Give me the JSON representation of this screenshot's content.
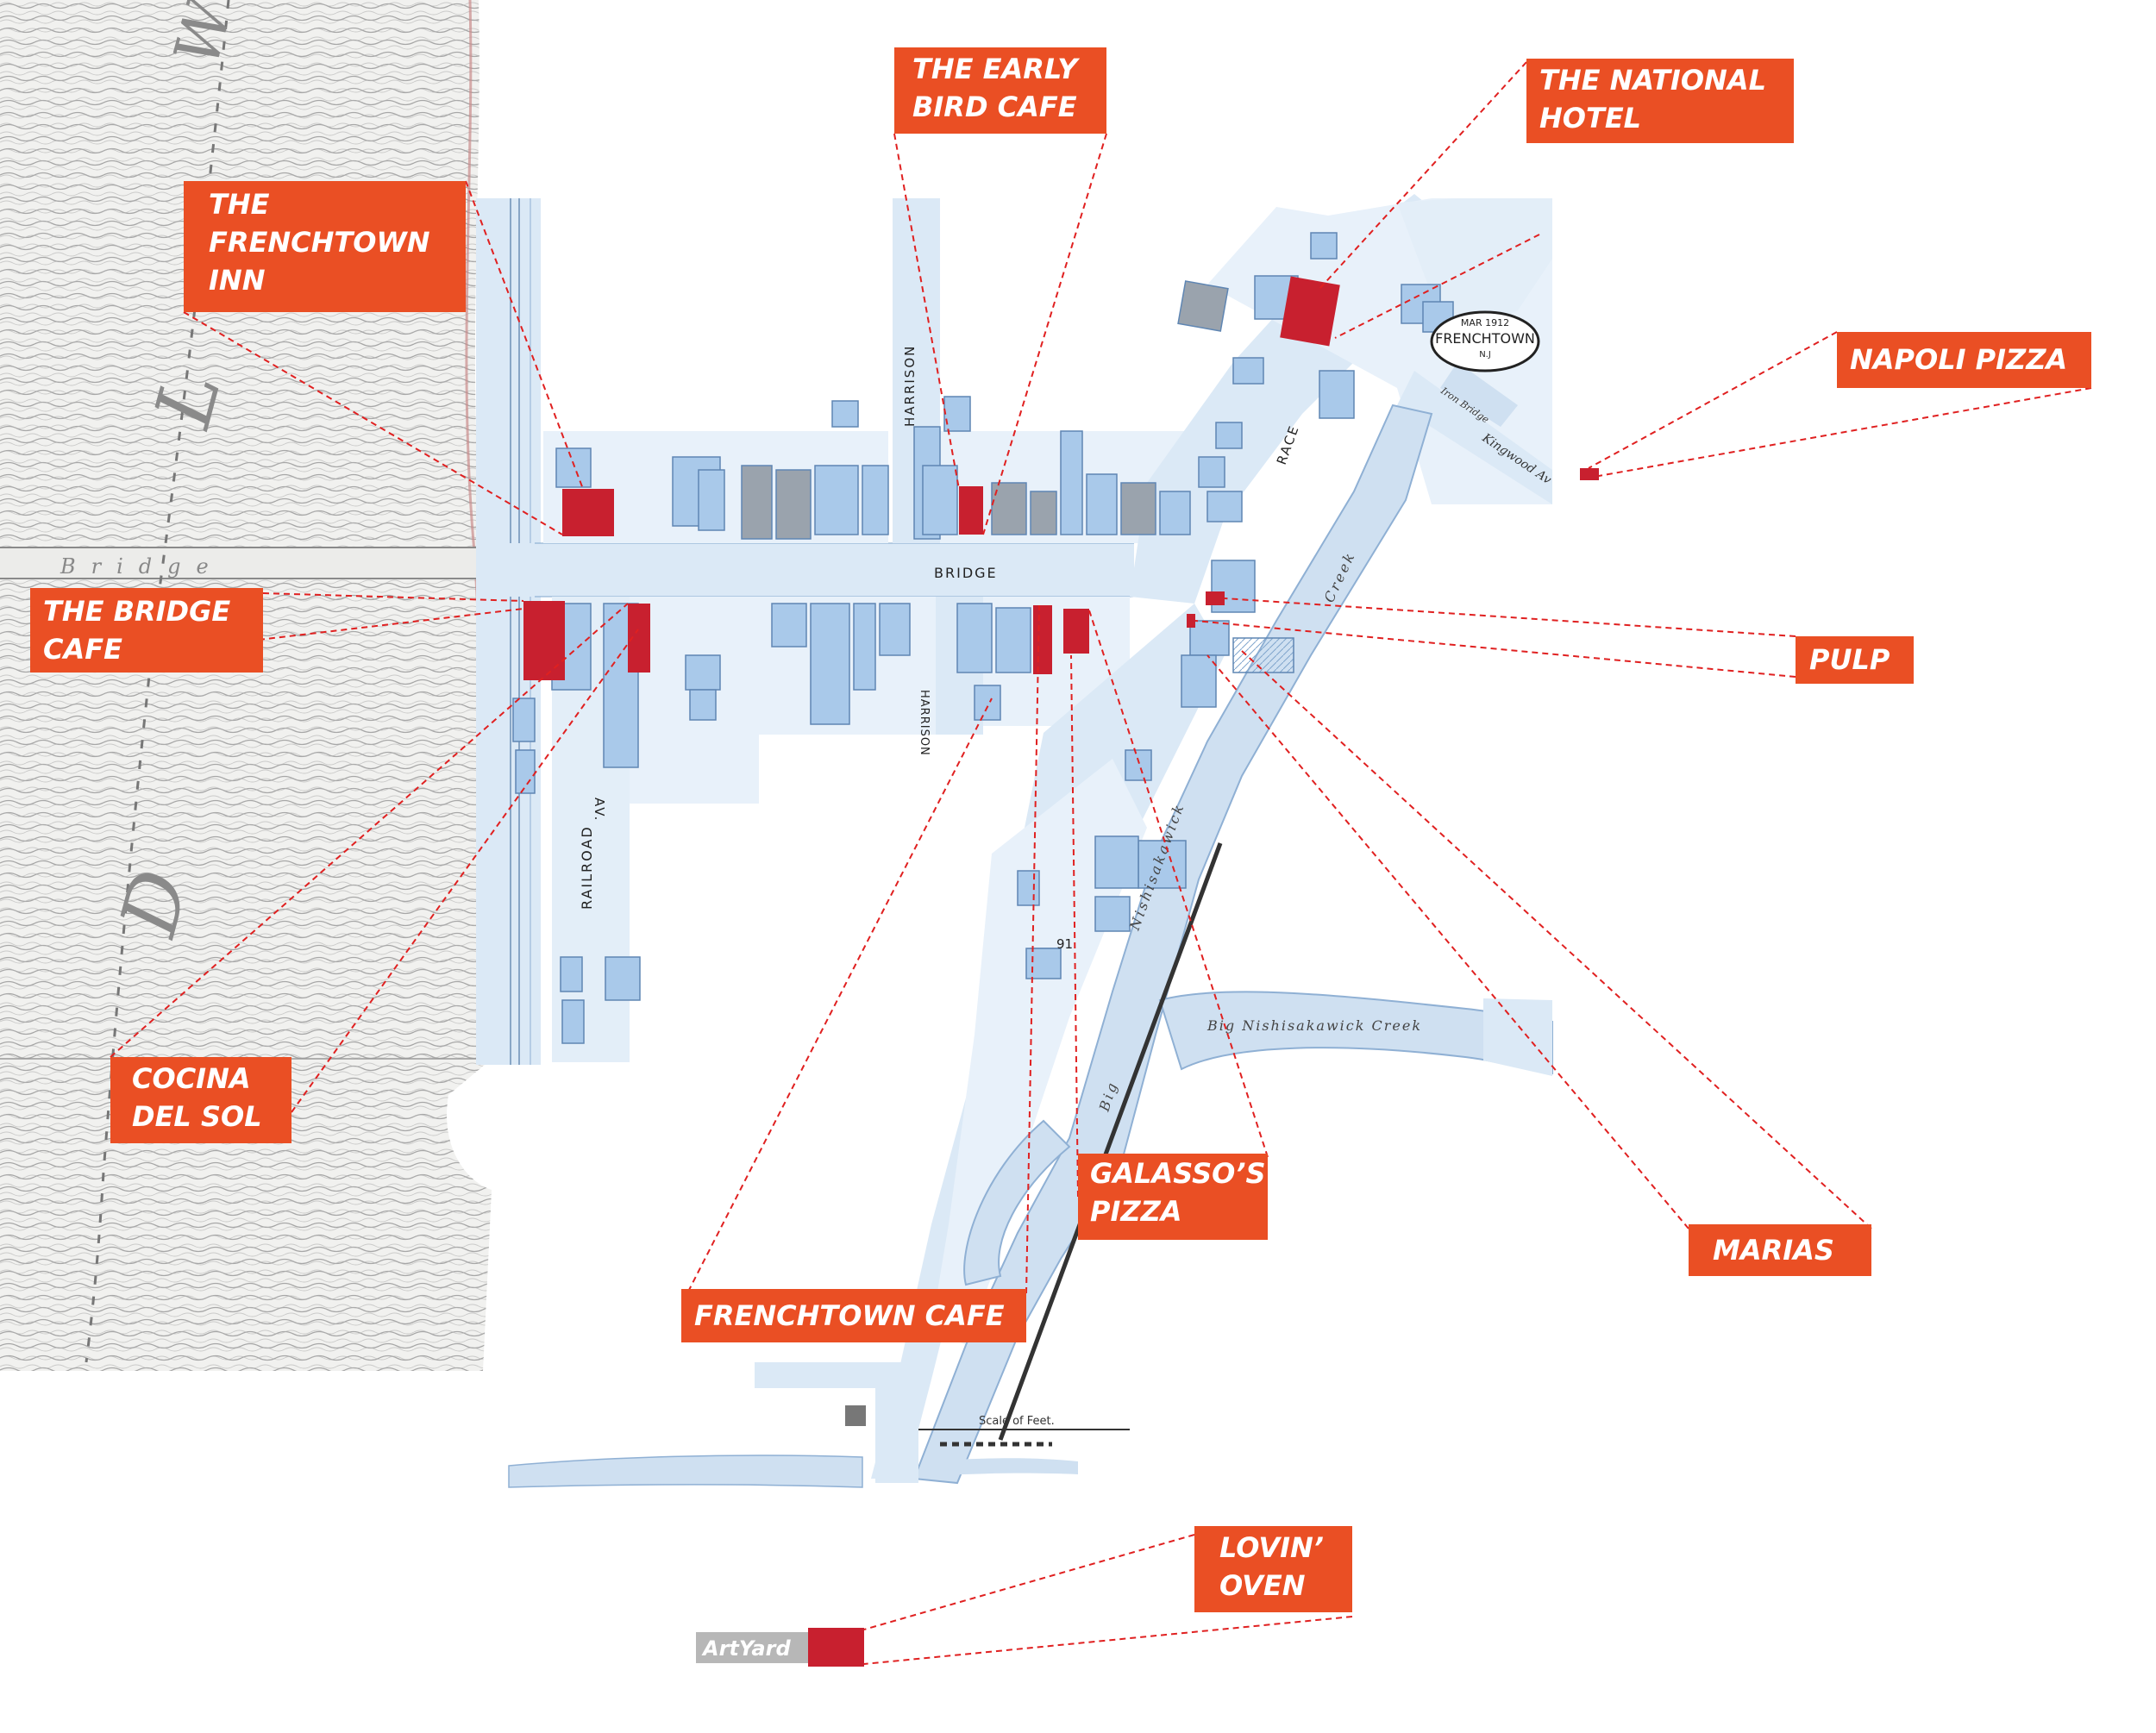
{
  "map": {
    "legend_badge": "ArtYard",
    "stamp": {
      "line1": "MAR 1912",
      "line2": "FRENCHTOWN",
      "line3": "N.J"
    },
    "streets": {
      "bridge_old": "Bridge",
      "bridge": "BRIDGE",
      "harrison": "HARRISON",
      "harrison_south": "HARRISON",
      "railroad": "RAILROAD",
      "av": "AV.",
      "race": "RACE",
      "kingwood": "Kingwood Av",
      "iron_bridge": "Iron Bridge",
      "scale": "Scale of Feet.",
      "block_91": "91"
    },
    "river_letters": [
      "W",
      "L",
      "D"
    ],
    "creek": {
      "main_creek": "Big  Nishisakawick  Creek",
      "nishisakawick": "Nishisakawick",
      "creek_word": "Creek",
      "big_word": "Big"
    },
    "colors": {
      "label_bg": "#ea4f24",
      "label_text": "#ffffff",
      "marker": "#c8202f",
      "leader": "#e02020",
      "map_blue": "#dbe9f6",
      "building_blue": "#a9c9ea",
      "building_grey": "#9aa3ad",
      "river_line": "#8d8d8d"
    },
    "labels": [
      {
        "id": "frenchtown-inn",
        "lines": [
          "THE",
          "FRENCHTOWN",
          "INN"
        ]
      },
      {
        "id": "early-bird-cafe",
        "lines": [
          "THE EARLY",
          "BIRD CAFE"
        ]
      },
      {
        "id": "national-hotel",
        "lines": [
          "THE NATIONAL",
          "HOTEL"
        ]
      },
      {
        "id": "napoli-pizza",
        "lines": [
          "NAPOLI PIZZA"
        ]
      },
      {
        "id": "bridge-cafe",
        "lines": [
          "THE BRIDGE",
          "CAFE"
        ]
      },
      {
        "id": "pulp",
        "lines": [
          "PULP"
        ]
      },
      {
        "id": "cocina-del-sol",
        "lines": [
          "COCINA",
          "DEL SOL"
        ]
      },
      {
        "id": "galassos-pizza",
        "lines": [
          "GALASSO’S",
          "PIZZA"
        ]
      },
      {
        "id": "marias",
        "lines": [
          "MARIAS"
        ]
      },
      {
        "id": "frenchtown-cafe",
        "lines": [
          "FRENCHTOWN CAFE"
        ]
      },
      {
        "id": "lovin-oven",
        "lines": [
          "LOVIN’",
          "OVEN"
        ]
      }
    ]
  }
}
